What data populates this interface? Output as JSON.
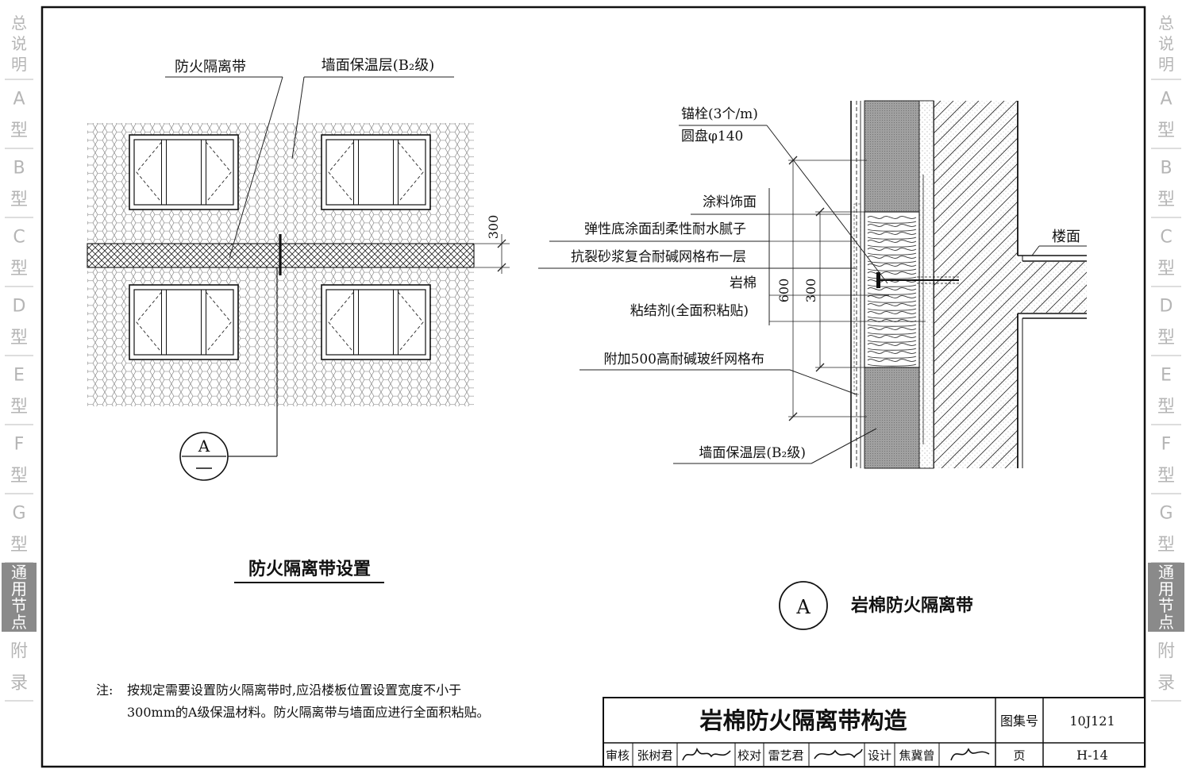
{
  "side_tabs": [
    {
      "label": "总说明",
      "active": false
    },
    {
      "label": "A型",
      "active": false
    },
    {
      "label": "B型",
      "active": false
    },
    {
      "label": "C型",
      "active": false
    },
    {
      "label": "D型",
      "active": false
    },
    {
      "label": "E型",
      "active": false
    },
    {
      "label": "F型",
      "active": false
    },
    {
      "label": "G型",
      "active": false
    },
    {
      "label": "通用节点",
      "active": true
    },
    {
      "label": "附录",
      "active": false
    }
  ],
  "left_drawing": {
    "label_firebreak": "防火隔离带",
    "label_insulation": "墙面保温层(B₂级)",
    "dim_300": "300",
    "detail_marker": "A",
    "title": "防火隔离带设置"
  },
  "right_drawing": {
    "label_anchor": "锚栓(3个/m)",
    "label_disc": "圆盘φ140",
    "label_coating": "涂料饰面",
    "label_putty": "弹性底涂面刮柔性耐水腻子",
    "label_mortar": "抗裂砂浆复合耐碱网格布一层",
    "label_rockwool": "岩棉",
    "label_adhesive": "粘结剂(全面积粘贴)",
    "label_mesh": "附加500高耐碱玻纤网格布",
    "label_insulation": "墙面保温层(B₂级)",
    "label_floor": "楼面",
    "dim_600": "600",
    "dim_300": "300",
    "detail_marker": "A",
    "title": "岩棉防火隔离带"
  },
  "note": {
    "prefix": "注:",
    "line1": "按规定需要设置防火隔离带时,应沿楼板位置设置宽度不小于",
    "line2": "300mm的A级保温材料。防火隔离带与墙面应进行全面积粘贴。"
  },
  "title_block": {
    "title": "岩棉防火隔离带构造",
    "atlas_label": "图集号",
    "atlas_no": "10J121",
    "review_label": "审核",
    "reviewer": "张树君",
    "check_label": "校对",
    "checker": "雷艺君",
    "design_label": "设计",
    "designer": "焦冀曾",
    "page_label": "页",
    "page_no": "H-14"
  }
}
